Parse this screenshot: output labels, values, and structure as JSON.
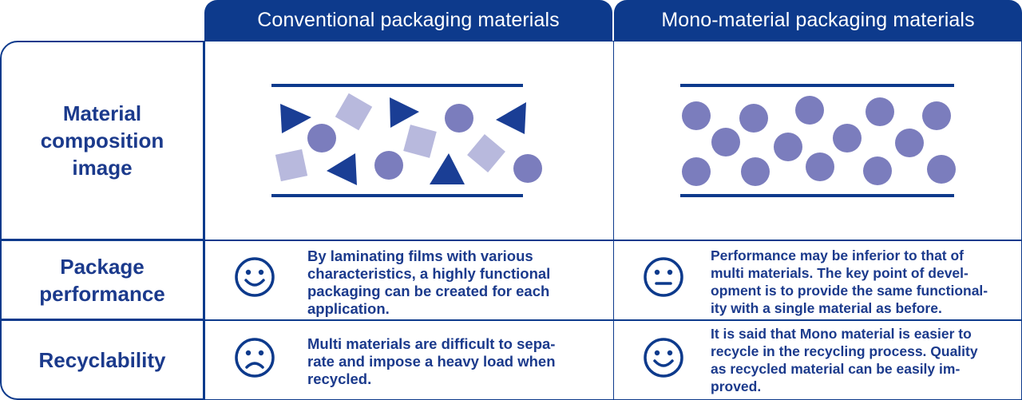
{
  "columns": {
    "conventional": "Conventional packaging materials",
    "mono": "Mono-material packaging materials"
  },
  "rows": {
    "composition": [
      "Material",
      "composition",
      "image"
    ],
    "performance": [
      "Package",
      "performance"
    ],
    "recyclability": [
      "Recyclability"
    ]
  },
  "performance": {
    "conventional": {
      "face": "smile-face-icon",
      "lines": [
        "By laminating films with various",
        "characteristics, a highly functional",
        "packaging can be created for each",
        "application."
      ]
    },
    "mono": {
      "face": "neutral-face-icon",
      "lines": [
        "Performance may be inferior to that of",
        "multi  materials. The key point of devel-",
        "opment is to provide the same functional-",
        "ity with a single material as before."
      ]
    }
  },
  "recyclability": {
    "conventional": {
      "face": "sad-face-icon",
      "lines": [
        "Multi  materials are difficult to sepa-",
        "rate and impose a heavy load when",
        "recycled."
      ]
    },
    "mono": {
      "face": "smile-face-icon",
      "lines": [
        "It is said that Mono  material is easier to",
        "recycle in the recycling process. Quality",
        "as recycled material can be easily im-",
        "proved."
      ]
    }
  },
  "colors": {
    "navy": "#0d3a8c",
    "circle": "#7b7dbd",
    "square": "#b8b9dd",
    "triangle": "#1a3e95"
  }
}
